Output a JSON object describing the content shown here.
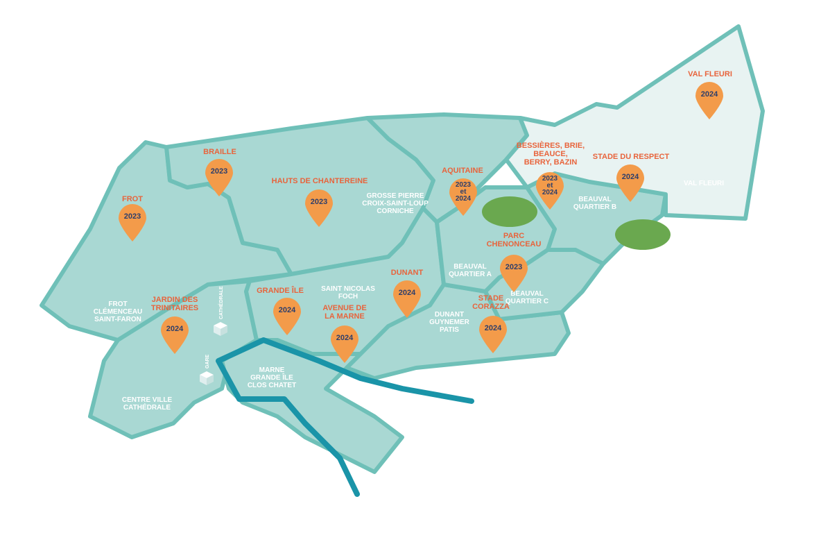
{
  "colors": {
    "district_fill": "#a9d8d3",
    "district_fill_light": "#e8f3f2",
    "border": "#6fc0b8",
    "river": "#1a94a8",
    "pin": "#f39b4a",
    "site_label": "#e8643c",
    "district_label": "#ffffff",
    "pin_text": "#2c3e6b",
    "pitch": "#6aa84f"
  },
  "districts": [
    {
      "name": "FROT\nCLÉMENCEAU\nSAINT-FARON"
    },
    {
      "name": "CENTRE VILLE\nCATHÉDRALE"
    },
    {
      "name": "MARNE\nGRANDE ÎLE\nCLOS CHATET"
    },
    {
      "name": "SAINT NICOLAS\nFOCH"
    },
    {
      "name": "GROSSE PIERRE\nCROIX-SAINT-LOUP\nCORNICHE"
    },
    {
      "name": "DUNANT\nGUYNEMER\nPATIS"
    },
    {
      "name": "BEAUVAL\nQUARTIER A"
    },
    {
      "name": "BEAUVAL\nQUARTIER B"
    },
    {
      "name": "BEAUVAL\nQUARTIER C"
    },
    {
      "name": "VAL FLEURI"
    }
  ],
  "sites": [
    {
      "name": "FROT",
      "year": "2023"
    },
    {
      "name": "BRAILLE",
      "year": "2023"
    },
    {
      "name": "HAUTS DE CHANTEREINE",
      "year": "2023"
    },
    {
      "name": "AQUITAINE",
      "year": "2023\net\n2024"
    },
    {
      "name": "BESSIÈRES, BRIE,\nBEAUCE,\nBERRY, BAZIN",
      "year": "2023\net\n2024"
    },
    {
      "name": "STADE DU RESPECT",
      "year": "2024"
    },
    {
      "name": "VAL FLEURI",
      "year": "2024"
    },
    {
      "name": "PARC\nCHENONCEAU",
      "year": "2023"
    },
    {
      "name": "JARDIN DES\nTRINITAIRES",
      "year": "2024"
    },
    {
      "name": "GRANDE ÎLE",
      "year": "2024"
    },
    {
      "name": "AVENUE DE\nLA MARNE",
      "year": "2024"
    },
    {
      "name": "DUNANT",
      "year": "2024"
    },
    {
      "name": "STADE\nCORAZZA",
      "year": "2024"
    }
  ],
  "landmarks": [
    {
      "name": "CATHÉDRALE",
      "icon": "building-icon"
    },
    {
      "name": "GARE",
      "icon": "building-icon"
    }
  ]
}
